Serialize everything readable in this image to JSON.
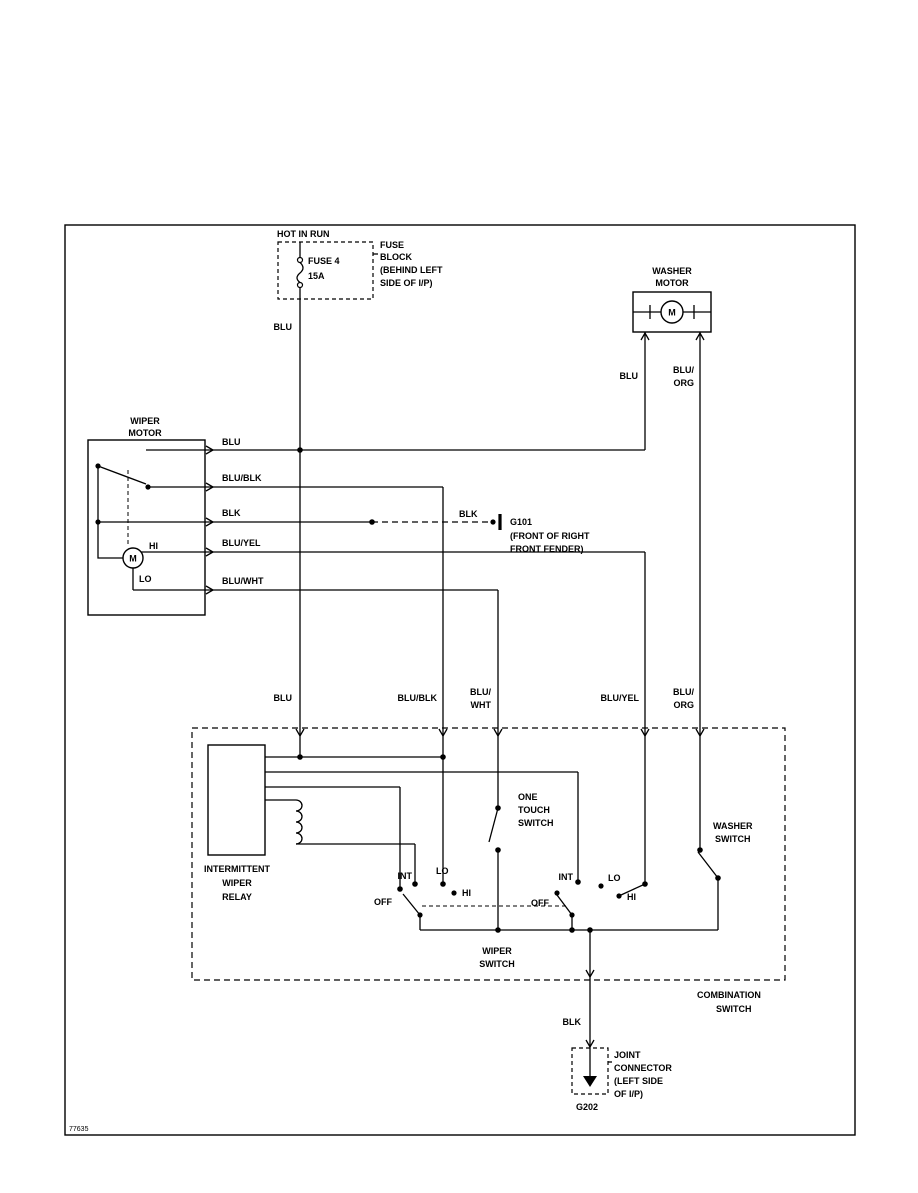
{
  "figure_number": "77635",
  "fuse_block": {
    "hot_label": "HOT IN RUN",
    "fuse_name": "FUSE 4",
    "fuse_rating": "15A",
    "note": [
      "FUSE",
      "BLOCK",
      "(BEHIND LEFT",
      "SIDE OF I/P)"
    ],
    "output_wire": "BLU"
  },
  "washer_motor": {
    "title": [
      "WASHER",
      "MOTOR"
    ],
    "motor_symbol": "M",
    "left_wire": "BLU",
    "right_wire": [
      "BLU/",
      "ORG"
    ]
  },
  "wiper_motor": {
    "title": [
      "WIPER",
      "MOTOR"
    ],
    "motor_symbol": "M",
    "hi_label": "HI",
    "lo_label": "LO",
    "wires": [
      "BLU",
      "BLU/BLK",
      "BLK",
      "BLU/YEL",
      "BLU/WHT"
    ]
  },
  "ground_g101": {
    "wire": "BLK",
    "name": "G101",
    "note": [
      "(FRONT OF RIGHT",
      "FRONT FENDER)"
    ]
  },
  "combination_switch": {
    "title": [
      "COMBINATION",
      "SWITCH"
    ],
    "entry_wires": {
      "blu": "BLU",
      "blu_blk": "BLU/BLK",
      "blu_wht": [
        "BLU/",
        "WHT"
      ],
      "blu_yel": "BLU/YEL",
      "blu_org": [
        "BLU/",
        "ORG"
      ]
    },
    "relay_label": [
      "INTERMITTENT",
      "WIPER",
      "RELAY"
    ],
    "one_touch_label": [
      "ONE",
      "TOUCH",
      "SWITCH"
    ],
    "washer_switch_label": [
      "WASHER",
      "SWITCH"
    ],
    "wiper_switch_label": [
      "WIPER",
      "SWITCH"
    ],
    "left_switch": {
      "off": "OFF",
      "int": "INT",
      "lo": "LO",
      "hi": "HI"
    },
    "right_switch": {
      "off": "OFF",
      "int": "INT",
      "lo": "LO",
      "hi": "HI"
    }
  },
  "output": {
    "wire": "BLK"
  },
  "joint_connector": {
    "note": [
      "JOINT",
      "CONNECTOR",
      "(LEFT SIDE",
      "OF I/P)"
    ],
    "ground_name": "G202"
  }
}
